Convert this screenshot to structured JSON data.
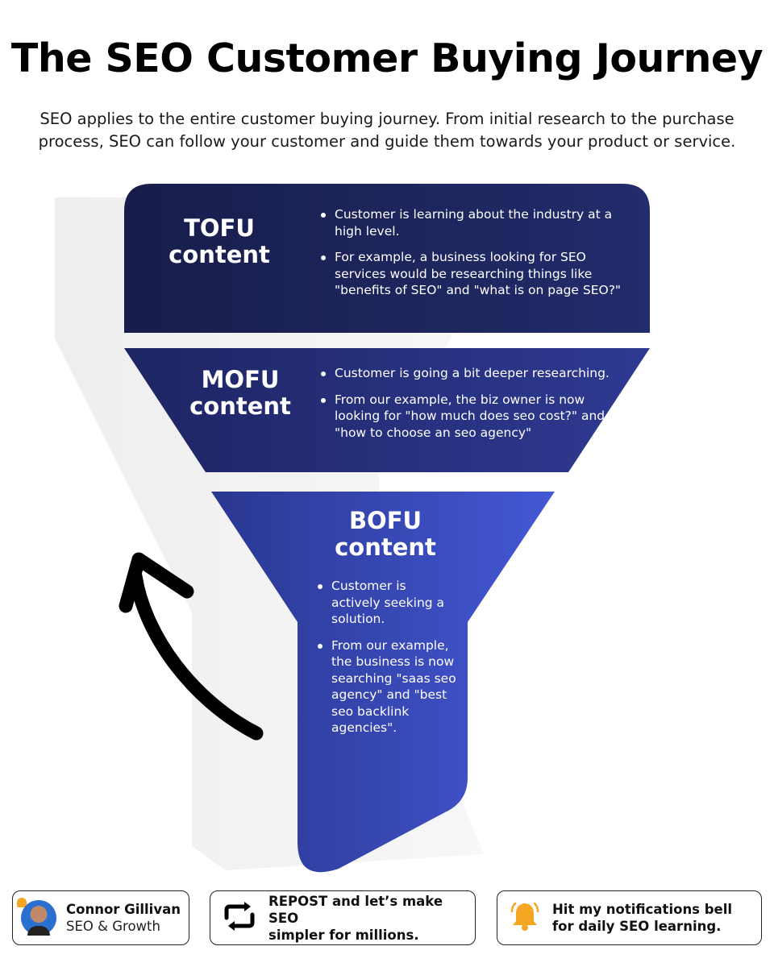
{
  "header": {
    "title": "The SEO Customer Buying Journey",
    "intro": "SEO applies to the entire customer buying journey. From initial research to the purchase process, SEO can follow your customer and guide them towards your product or service."
  },
  "funnel": {
    "tofu": {
      "title_line1": "TOFU",
      "title_line2": "content",
      "bullets": [
        "Customer is learning about the industry at a high level.",
        "For example, a business looking for SEO services would be researching things like \"benefits of SEO\" and \"what is on page SEO?\""
      ]
    },
    "mofu": {
      "title_line1": "MOFU",
      "title_line2": "content",
      "bullets": [
        "Customer is going a bit deeper researching.",
        "From our example, the biz owner is now looking for \"how much does seo cost?\" and \"how to choose an seo agency\""
      ]
    },
    "bofu": {
      "title_line1": "BOFU",
      "title_line2": "content",
      "bullets": [
        "Customer is actively seeking a solution.",
        "From our example, the business is now searching \"saas seo agency\" and \"best seo backlink agencies\"."
      ]
    },
    "colors": {
      "tofu": "#1b2257",
      "mofu": "#252e78",
      "bofu": "#3d52c8",
      "arrow": "#000000"
    },
    "arrow_icon": "curved-arrow-up-icon"
  },
  "footer": {
    "author": {
      "name": "Connor Gillivan",
      "role": "SEO & Growth"
    },
    "repost": {
      "icon": "repost-icon",
      "line1": "REPOST and let’s make SEO",
      "line2": "simpler for millions."
    },
    "bell": {
      "icon": "bell-icon",
      "line1": "Hit my notifications bell",
      "line2": "for daily SEO learning."
    }
  }
}
